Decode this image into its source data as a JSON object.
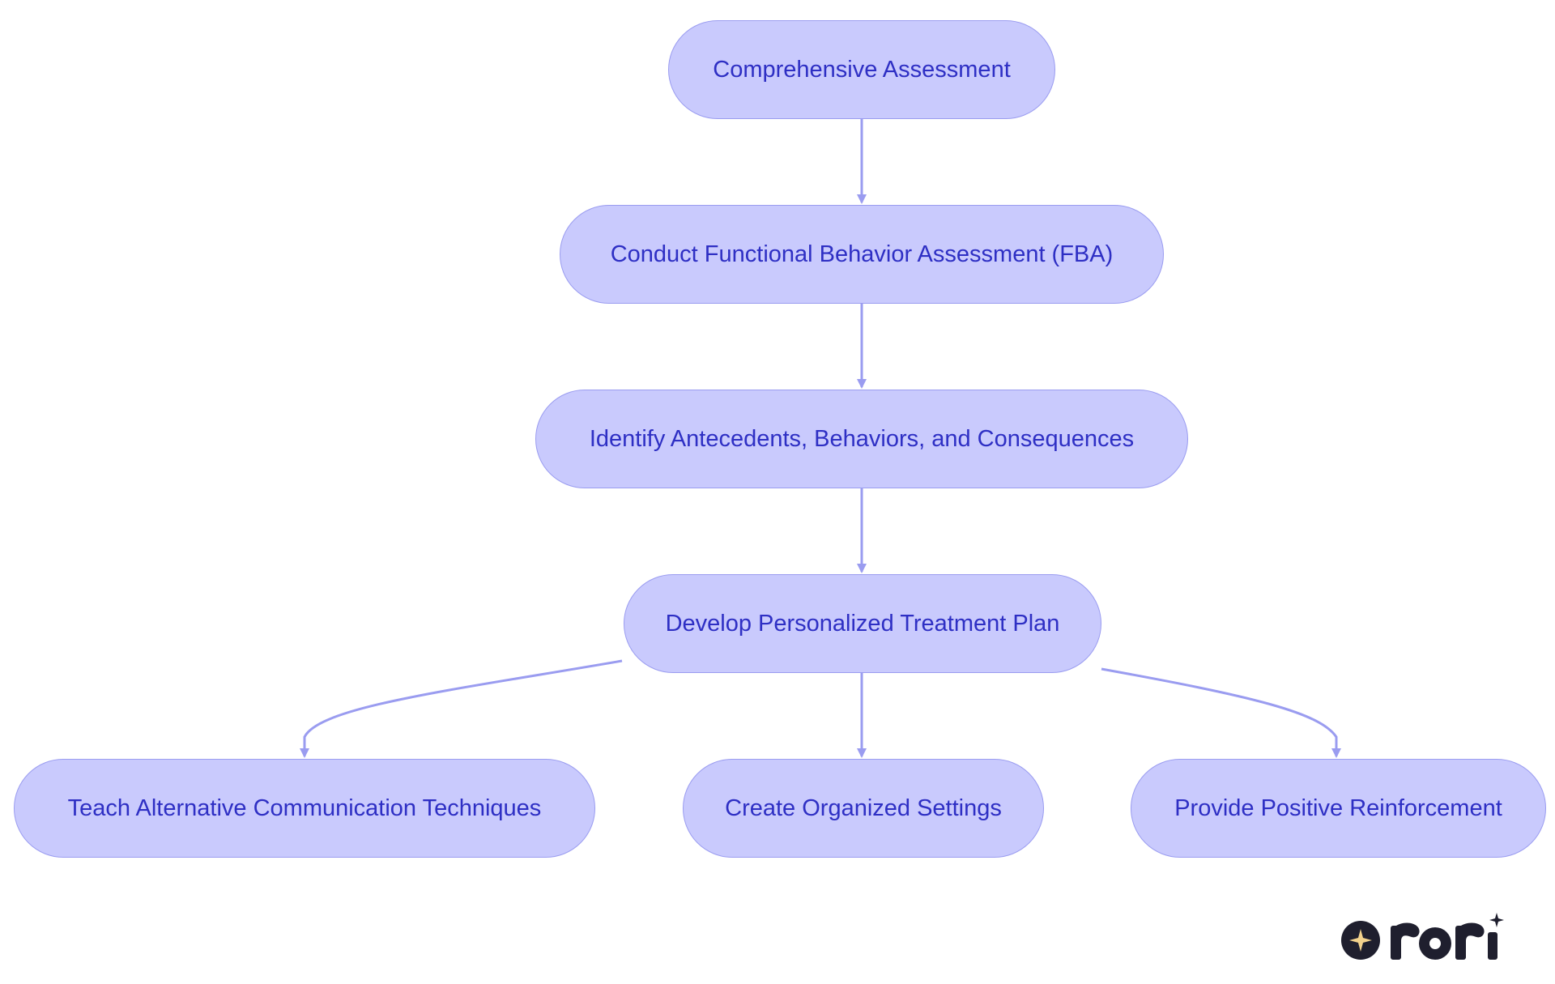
{
  "diagram": {
    "nodes": [
      {
        "id": "n1",
        "label": "Comprehensive Assessment"
      },
      {
        "id": "n2",
        "label": "Conduct Functional Behavior Assessment (FBA)"
      },
      {
        "id": "n3",
        "label": "Identify Antecedents, Behaviors, and Consequences"
      },
      {
        "id": "n4",
        "label": "Develop Personalized Treatment Plan"
      },
      {
        "id": "n5",
        "label": "Teach Alternative Communication Techniques"
      },
      {
        "id": "n6",
        "label": "Create Organized Settings"
      },
      {
        "id": "n7",
        "label": "Provide Positive Reinforcement"
      }
    ],
    "edges": [
      {
        "from": "n1",
        "to": "n2"
      },
      {
        "from": "n2",
        "to": "n3"
      },
      {
        "from": "n3",
        "to": "n4"
      },
      {
        "from": "n4",
        "to": "n5"
      },
      {
        "from": "n4",
        "to": "n6"
      },
      {
        "from": "n4",
        "to": "n7"
      }
    ]
  },
  "colors": {
    "node_fill": "#c9cafd",
    "node_border": "#9a9cf0",
    "node_text": "#2e2fc4",
    "edge": "#9a9cf0",
    "logo_dark": "#1f1f2e",
    "logo_star": "#f3d28c"
  },
  "logo": {
    "text": "rori",
    "icon": "sparkle-icon"
  }
}
